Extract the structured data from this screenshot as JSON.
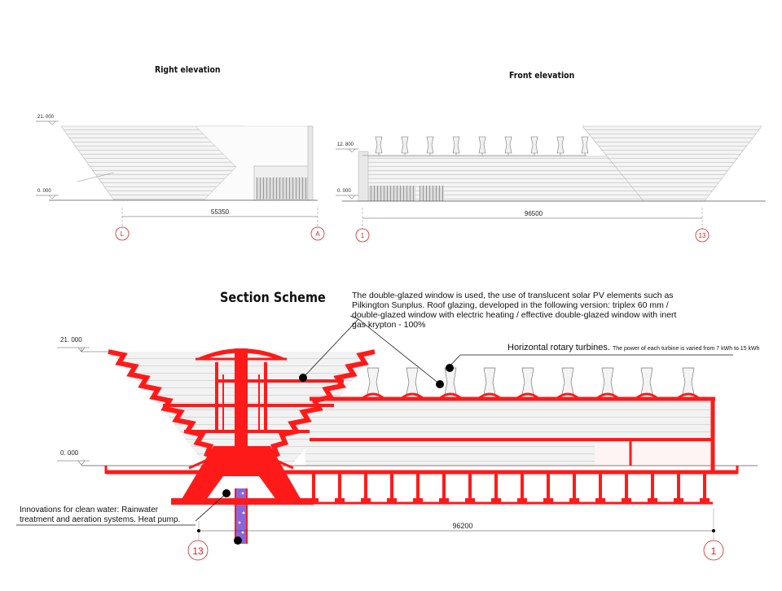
{
  "titles": {
    "right_elevation": "Right elevation",
    "front_elevation": "Front elevation",
    "section_scheme": "Section Scheme"
  },
  "right_elevation": {
    "level_top": "21. 000",
    "level_zero": "0. 000",
    "dimension": "55350",
    "axis_left": "L",
    "axis_right": "A"
  },
  "front_elevation": {
    "level_mid": "12. 800",
    "level_zero": "0. 000",
    "dimension": "96500",
    "axis_left": "1",
    "axis_right": "13"
  },
  "section": {
    "level_top": "21. 000",
    "level_zero": "0. 000",
    "dimension": "96200",
    "axis_left": "13",
    "axis_right": "1",
    "glazing_note": "The double-glazed window is used, the use of translucent solar PV elements such as Pilkington Sunplus. Roof glazing, developed in the following version: triplex 60 mm / double-glazed window with electric heating / effective double-glazed window with inert gas  krypton - 100%",
    "turbine_note": "Horizontal rotary turbines.",
    "turbine_detail": "The power of each turbine is varied from 7 kWh to 15 kWh",
    "water_note": "Innovations for clean water: Rainwater treatment and aeration systems. Heat pump."
  },
  "colors": {
    "structure": "#ff1a1a",
    "axis_marker": "#d62020",
    "water_pipe": "#8866dd"
  }
}
